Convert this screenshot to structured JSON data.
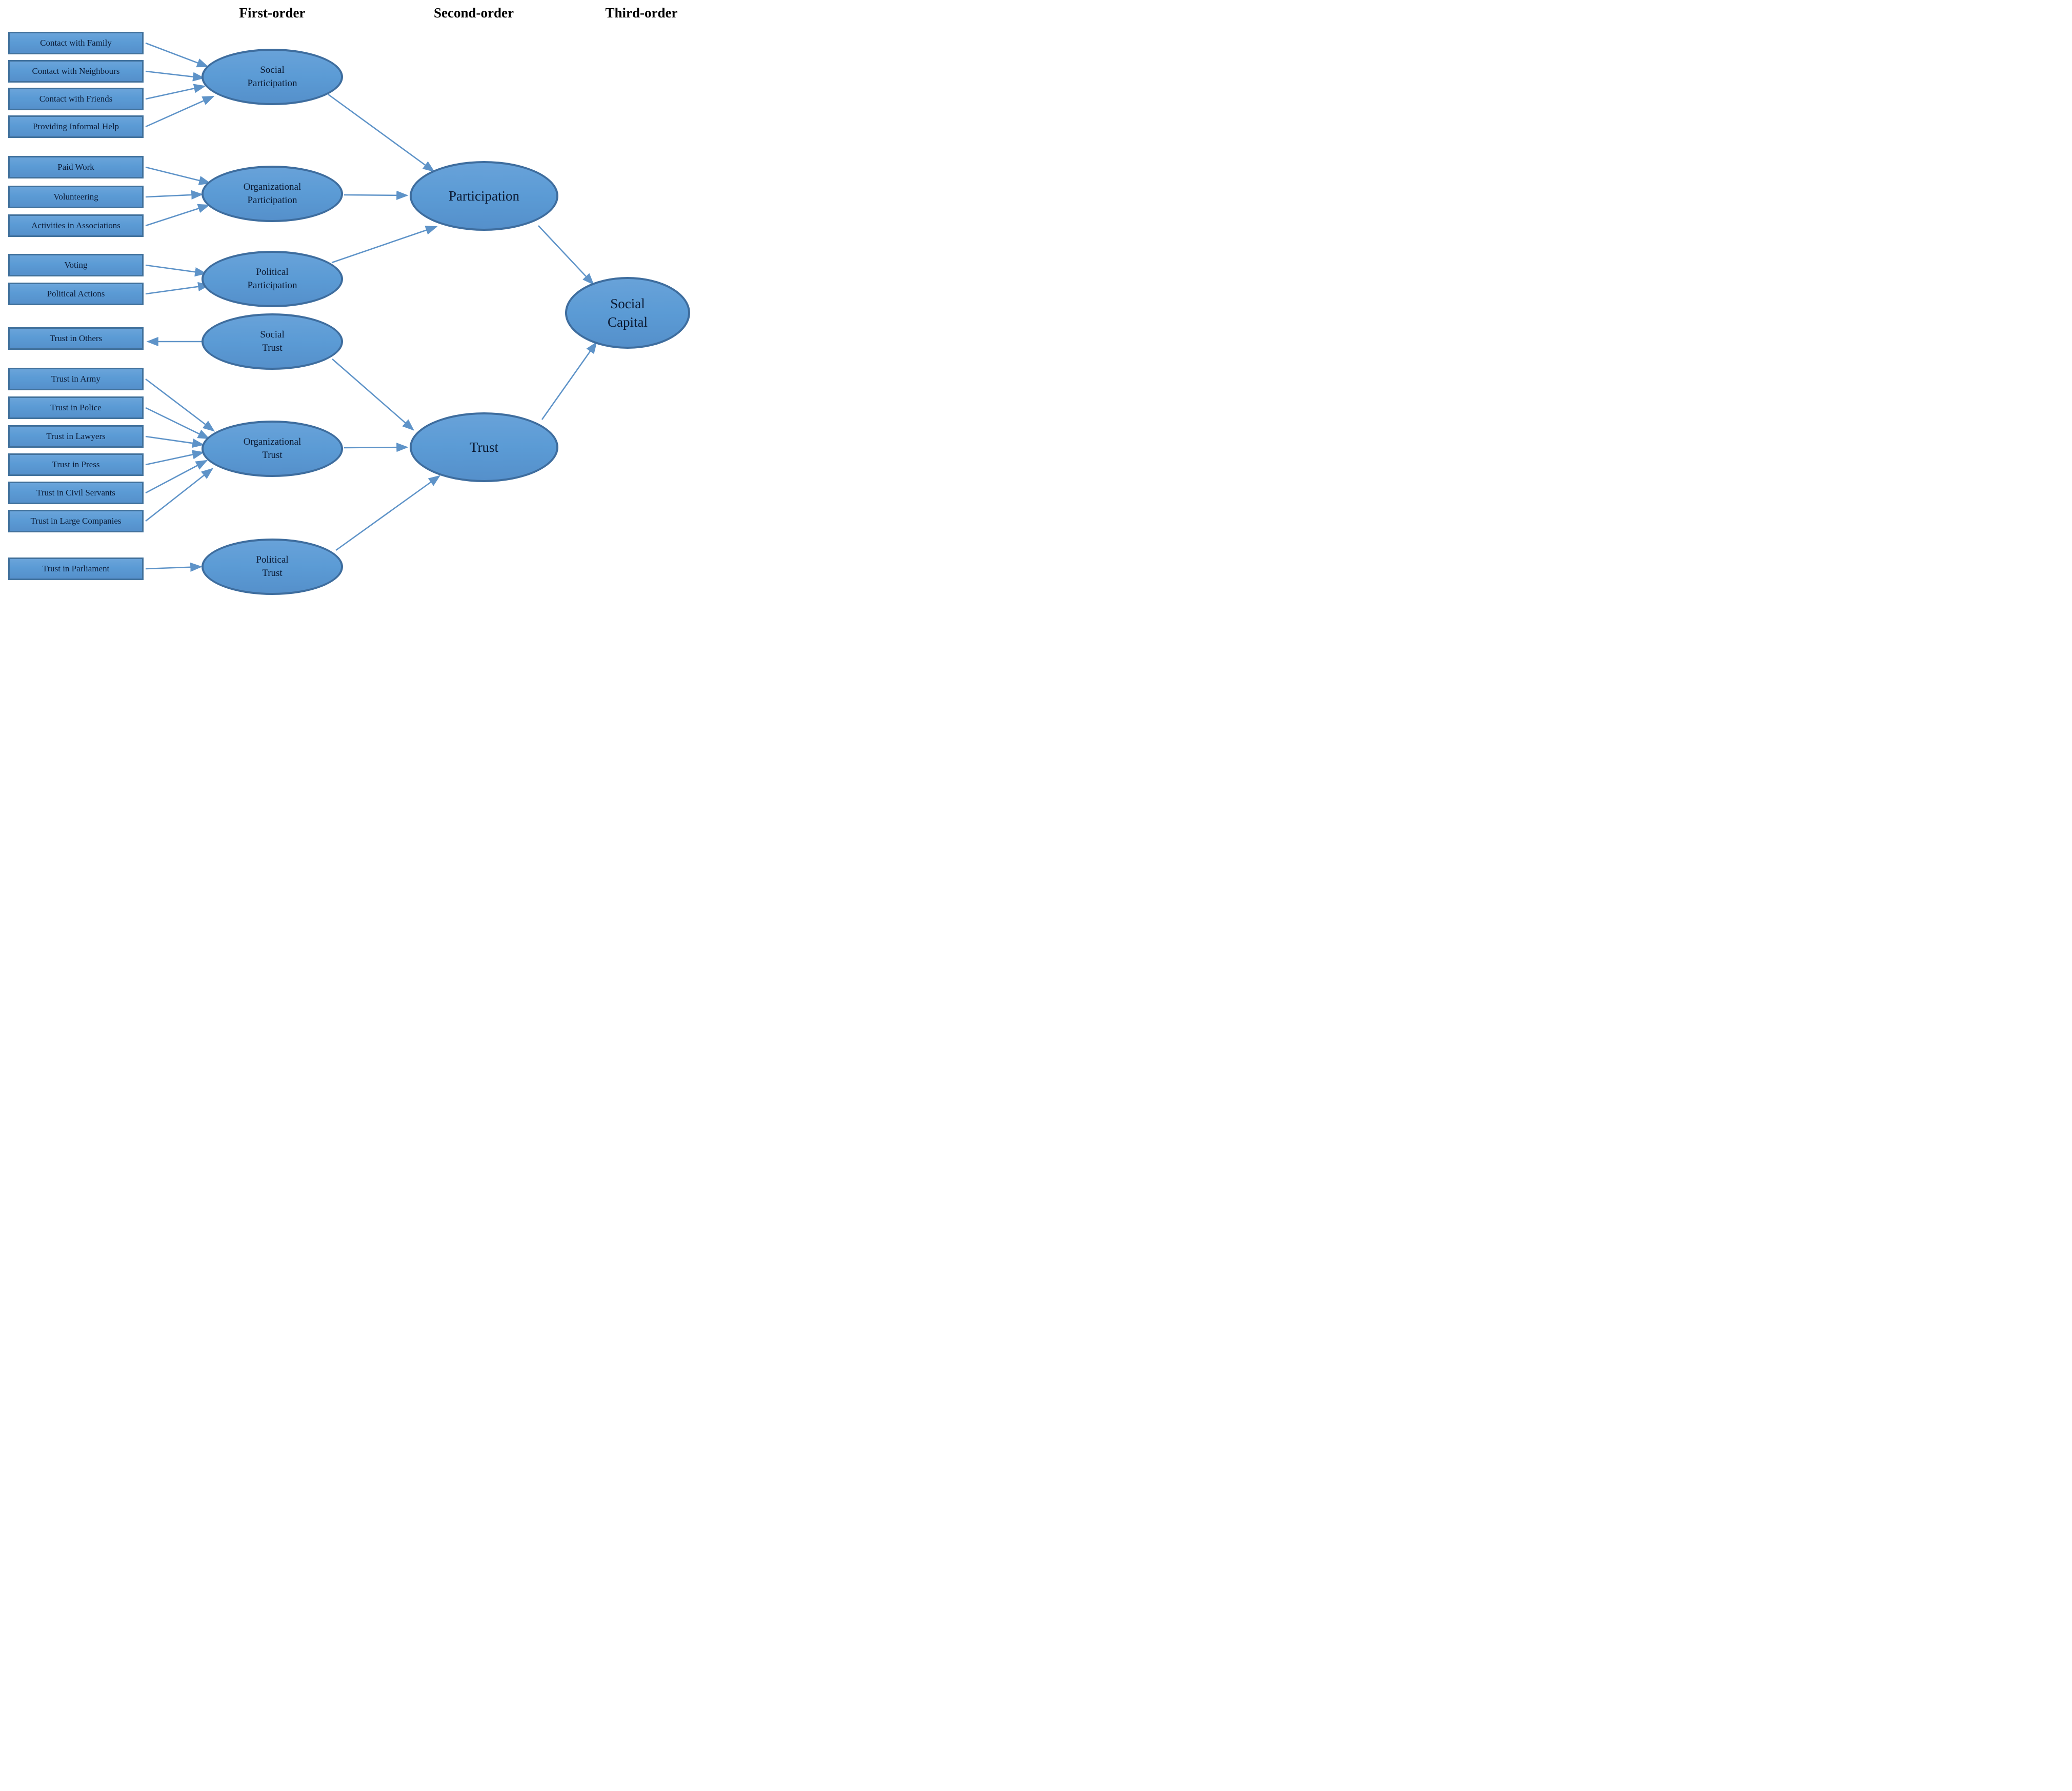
{
  "column_headers": {
    "first": "First-order",
    "second": "Second-order",
    "third": "Third-order"
  },
  "indicators": [
    {
      "id": "contact-with-family",
      "label": "Contact with Family"
    },
    {
      "id": "contact-with-neighbours",
      "label": "Contact with Neighbours"
    },
    {
      "id": "contact-with-friends",
      "label": "Contact with Friends"
    },
    {
      "id": "providing-informal-help",
      "label": "Providing Informal Help"
    },
    {
      "id": "paid-work",
      "label": "Paid Work"
    },
    {
      "id": "volunteering",
      "label": "Volunteering"
    },
    {
      "id": "activities-in-associations",
      "label": "Activities in Associations"
    },
    {
      "id": "voting",
      "label": "Voting"
    },
    {
      "id": "political-actions",
      "label": "Political Actions"
    },
    {
      "id": "trust-in-others",
      "label": "Trust in Others"
    },
    {
      "id": "trust-in-army",
      "label": "Trust in Army"
    },
    {
      "id": "trust-in-police",
      "label": "Trust in Police"
    },
    {
      "id": "trust-in-lawyers",
      "label": "Trust in Lawyers"
    },
    {
      "id": "trust-in-press",
      "label": "Trust in Press"
    },
    {
      "id": "trust-in-civil-servants",
      "label": "Trust in Civil Servants"
    },
    {
      "id": "trust-in-large-companies",
      "label": "Trust in Large Companies"
    },
    {
      "id": "trust-in-parliament",
      "label": "Trust in Parliament"
    }
  ],
  "first_order_factors": [
    {
      "id": "social-participation",
      "label": "Social Participation"
    },
    {
      "id": "organizational-participation",
      "label": "Organizational Participation"
    },
    {
      "id": "political-participation",
      "label": "Political Participation"
    },
    {
      "id": "social-trust",
      "label": "Social Trust"
    },
    {
      "id": "organizational-trust",
      "label": "Organizational Trust"
    },
    {
      "id": "political-trust",
      "label": "Political Trust"
    }
  ],
  "second_order_factors": [
    {
      "id": "participation",
      "label": "Participation"
    },
    {
      "id": "trust",
      "label": "Trust"
    }
  ],
  "third_order_factor": {
    "id": "social-capital",
    "label": "Social Capital"
  },
  "edges": [
    {
      "from": "Contact with Family",
      "to": "Social Participation"
    },
    {
      "from": "Contact with Neighbours",
      "to": "Social Participation"
    },
    {
      "from": "Contact with Friends",
      "to": "Social Participation"
    },
    {
      "from": "Providing Informal Help",
      "to": "Social Participation"
    },
    {
      "from": "Paid Work",
      "to": "Organizational Participation"
    },
    {
      "from": "Volunteering",
      "to": "Organizational Participation"
    },
    {
      "from": "Activities in Associations",
      "to": "Organizational Participation"
    },
    {
      "from": "Voting",
      "to": "Political Participation"
    },
    {
      "from": "Political Actions",
      "to": "Political Participation"
    },
    {
      "from": "Social Trust",
      "to": "Trust in Others"
    },
    {
      "from": "Trust in Army",
      "to": "Organizational Trust"
    },
    {
      "from": "Trust in Police",
      "to": "Organizational Trust"
    },
    {
      "from": "Trust in Lawyers",
      "to": "Organizational Trust"
    },
    {
      "from": "Trust in Press",
      "to": "Organizational Trust"
    },
    {
      "from": "Trust in Civil Servants",
      "to": "Organizational Trust"
    },
    {
      "from": "Trust in Large Companies",
      "to": "Organizational Trust"
    },
    {
      "from": "Trust in Parliament",
      "to": "Political Trust"
    },
    {
      "from": "Social Participation",
      "to": "Participation"
    },
    {
      "from": "Organizational Participation",
      "to": "Participation"
    },
    {
      "from": "Political Participation",
      "to": "Participation"
    },
    {
      "from": "Social Trust",
      "to": "Trust"
    },
    {
      "from": "Organizational Trust",
      "to": "Trust"
    },
    {
      "from": "Political Trust",
      "to": "Trust"
    },
    {
      "from": "Participation",
      "to": "Social Capital"
    },
    {
      "from": "Trust",
      "to": "Social Capital"
    }
  ],
  "colors": {
    "node_fill": "#5b9bd5",
    "node_border": "#41719c",
    "arrow": "#5e93c8",
    "label_text": "#0c1c38",
    "header_text": "#000000",
    "background": "#ffffff"
  }
}
